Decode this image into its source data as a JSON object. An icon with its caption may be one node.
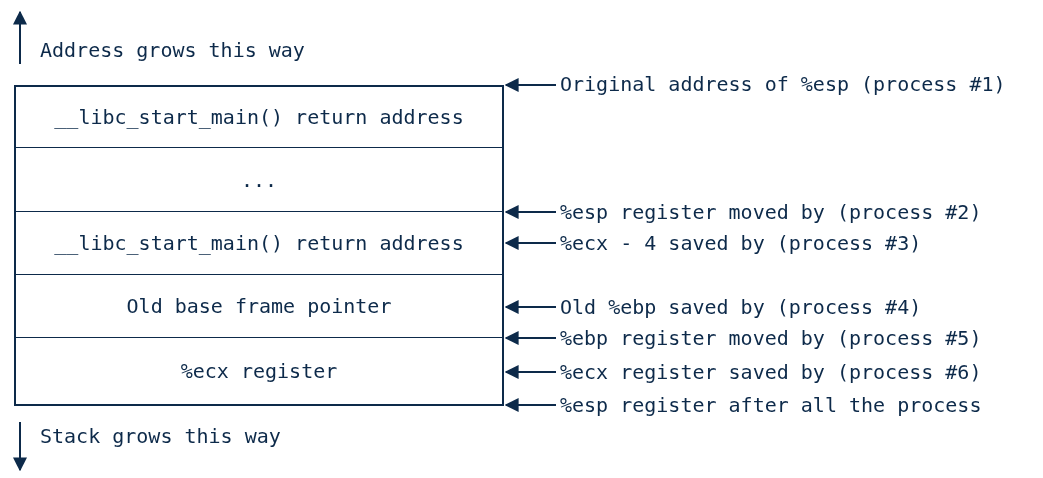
{
  "diagram": {
    "nodes": [
      {
        "text": [
          "__libc_start_main() return address"
        ]
      },
      {
        "text": [
          "..."
        ]
      },
      {
        "text": [
          "__libc_start_main() return address"
        ]
      },
      {
        "text": [
          "Old base frame pointer"
        ]
      },
      {
        "text": [
          "%ecx register"
        ]
      },
      {
        "text": [
          "Original address of %esp (process #1)"
        ]
      },
      {
        "text": [
          "%esp register moved by (process #2)"
        ]
      },
      {
        "text": [
          "%ecx - 4 saved by (process #3)"
        ]
      },
      {
        "text": [
          "Old %ebp saved by (process #4)"
        ]
      },
      {
        "text": [
          "%ebp register moved by (process #5)"
        ]
      },
      {
        "text": [
          "%ecx register saved by (process #6)"
        ]
      },
      {
        "text": [
          "%esp register after all the process"
        ]
      }
    ],
    "edges": [
      {
        "from": 5,
        "to": 0,
        "arrow": "to"
      },
      {
        "from": 6,
        "to": 2,
        "arrow": "to"
      },
      {
        "from": 7,
        "to": 2,
        "arrow": "to"
      },
      {
        "from": 8,
        "to": 3,
        "arrow": "to"
      },
      {
        "from": 9,
        "to": 3,
        "arrow": "to"
      },
      {
        "from": 10,
        "to": 4,
        "arrow": "to"
      },
      {
        "from": 11,
        "to": 4,
        "arrow": "to"
      }
    ],
    "labels": [
      "Address grows this way",
      "Stack grows this way"
    ]
  }
}
